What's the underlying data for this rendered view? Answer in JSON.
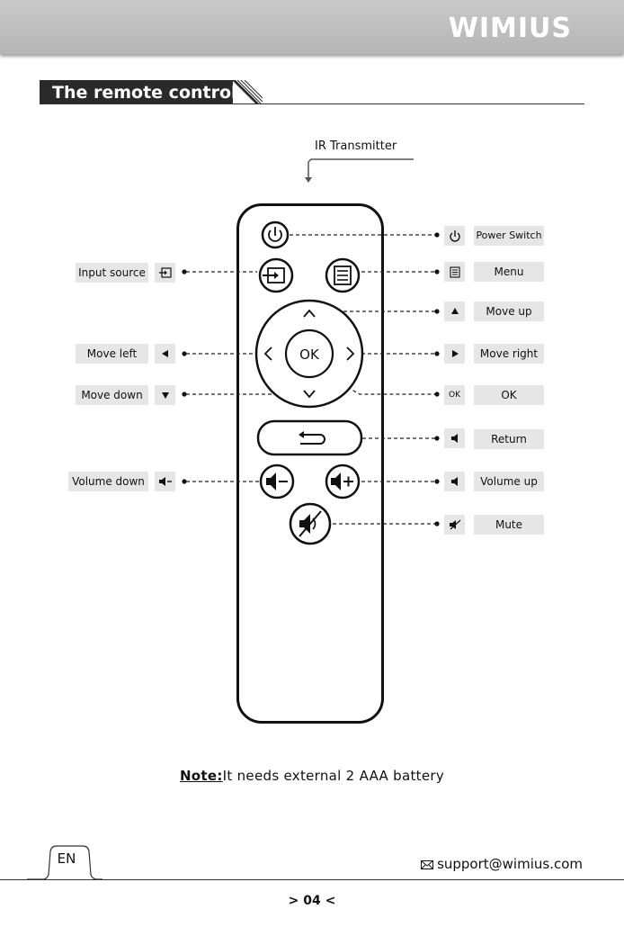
{
  "header": {
    "logo": "WIMIUS"
  },
  "section": {
    "title": "The remote control"
  },
  "ir": {
    "label": "IR Transmitter"
  },
  "remote": {
    "ok_label": "OK"
  },
  "left_labels": {
    "input_source": "Input source",
    "move_left": "Move left",
    "move_down": "Move down",
    "volume_down": "Volume down"
  },
  "right_labels": {
    "power_switch": "Power Switch",
    "menu": "Menu",
    "move_up": "Move up",
    "move_right": "Move right",
    "ok": "OK",
    "return": "Return",
    "volume_up": "Volume up",
    "mute": "Mute"
  },
  "note": {
    "key": "Note:",
    "text": "It needs external 2 AAA battery"
  },
  "footer": {
    "lang": "EN",
    "support": "support@wimius.com",
    "page": "> 04 <"
  }
}
